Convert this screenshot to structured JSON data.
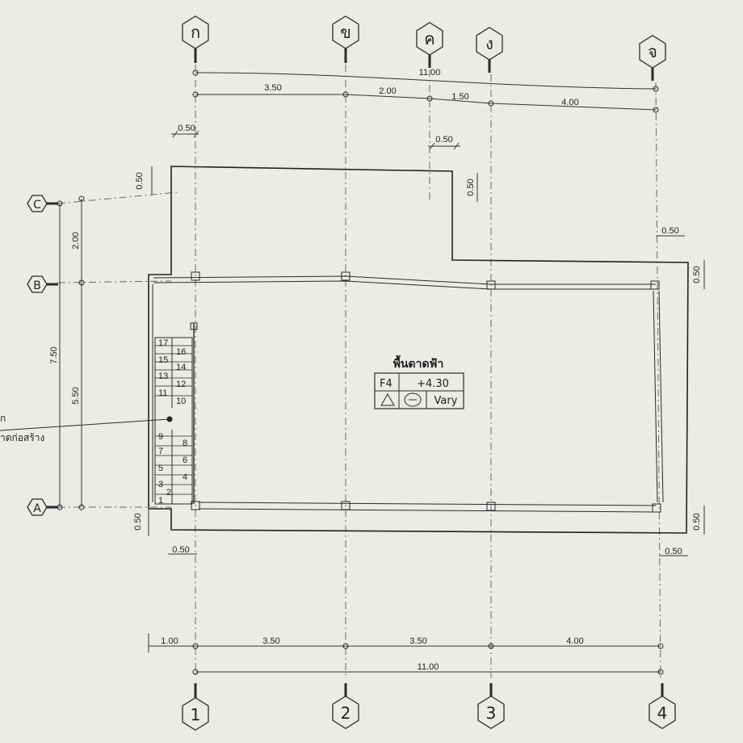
{
  "grid_top": [
    "ก",
    "ข",
    "ค",
    "ง",
    "จ"
  ],
  "grid_bottom": [
    "1",
    "2",
    "3",
    "4"
  ],
  "grid_left": [
    "C",
    "B",
    "A"
  ],
  "dims_top_total": "11.00",
  "dims_top_segments": [
    "3.50",
    "2.00",
    "1.50",
    "4.00"
  ],
  "dims_bottom_total": "11.00",
  "dims_bottom_segments": [
    "1.00",
    "3.50",
    "3.50",
    "4.00"
  ],
  "dims_left_total": "7.50",
  "dims_left_segments": [
    "2.00",
    "5.50"
  ],
  "offset_label": "0.50",
  "room": {
    "title": "พื้นดาดฟ้า",
    "code": "F4",
    "level": "+4.30",
    "note": "Vary"
  },
  "stair_numbers": [
    "1",
    "2",
    "3",
    "4",
    "5",
    "6",
    "7",
    "8",
    "9",
    "10",
    "11",
    "12",
    "13",
    "14",
    "15",
    "16",
    "17"
  ],
  "left_note_line1": "ก",
  "left_note_line2": "าดก่อสร้าง"
}
